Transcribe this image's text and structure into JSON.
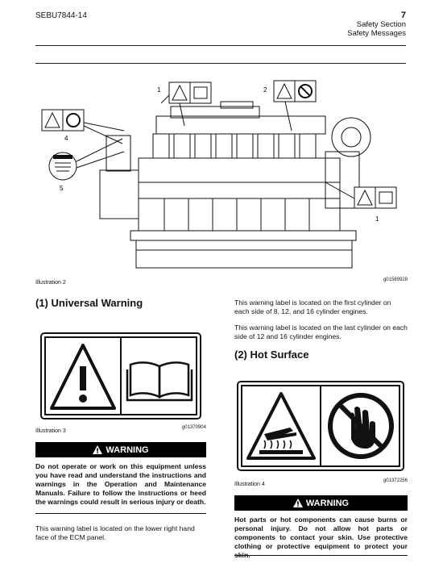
{
  "header": {
    "doc_id": "SEBU7844-14",
    "page_number": "7",
    "section": "Safety Section",
    "subsection": "Safety Messages"
  },
  "illustration2": {
    "caption": "Illustration 2",
    "id": "g01589928",
    "callouts": [
      "1",
      "2",
      "1",
      "4",
      "5"
    ]
  },
  "universal_warning": {
    "heading": "(1) Universal Warning",
    "illustration_caption": "Illustration 3",
    "illustration_id": "g01370904",
    "warning_label": "WARNING",
    "warning_text": "Do not operate or work on this equipment unless you have read and understand the instructions and warnings in the Operation and Maintenance Manuals. Failure to follow the instructions or heed the warnings could result in serious injury or death.",
    "location_text": "This warning label is located on the lower right hand face of the ECM panel."
  },
  "right_column": {
    "para1": "This warning label is located on the first cylinder on each side of 8, 12, and 16 cylinder engines.",
    "para2": "This warning label is located on the last cylinder on each side of 12 and 16 cylinder engines."
  },
  "hot_surface": {
    "heading": "(2) Hot Surface",
    "illustration_caption": "Illustration 4",
    "illustration_id": "g01372256",
    "warning_label": "WARNING",
    "warning_text": "Hot parts or hot components can cause burns or personal injury. Do not allow hot parts or components to contact your skin. Use protective clothing or protective equipment to protect your skin."
  }
}
